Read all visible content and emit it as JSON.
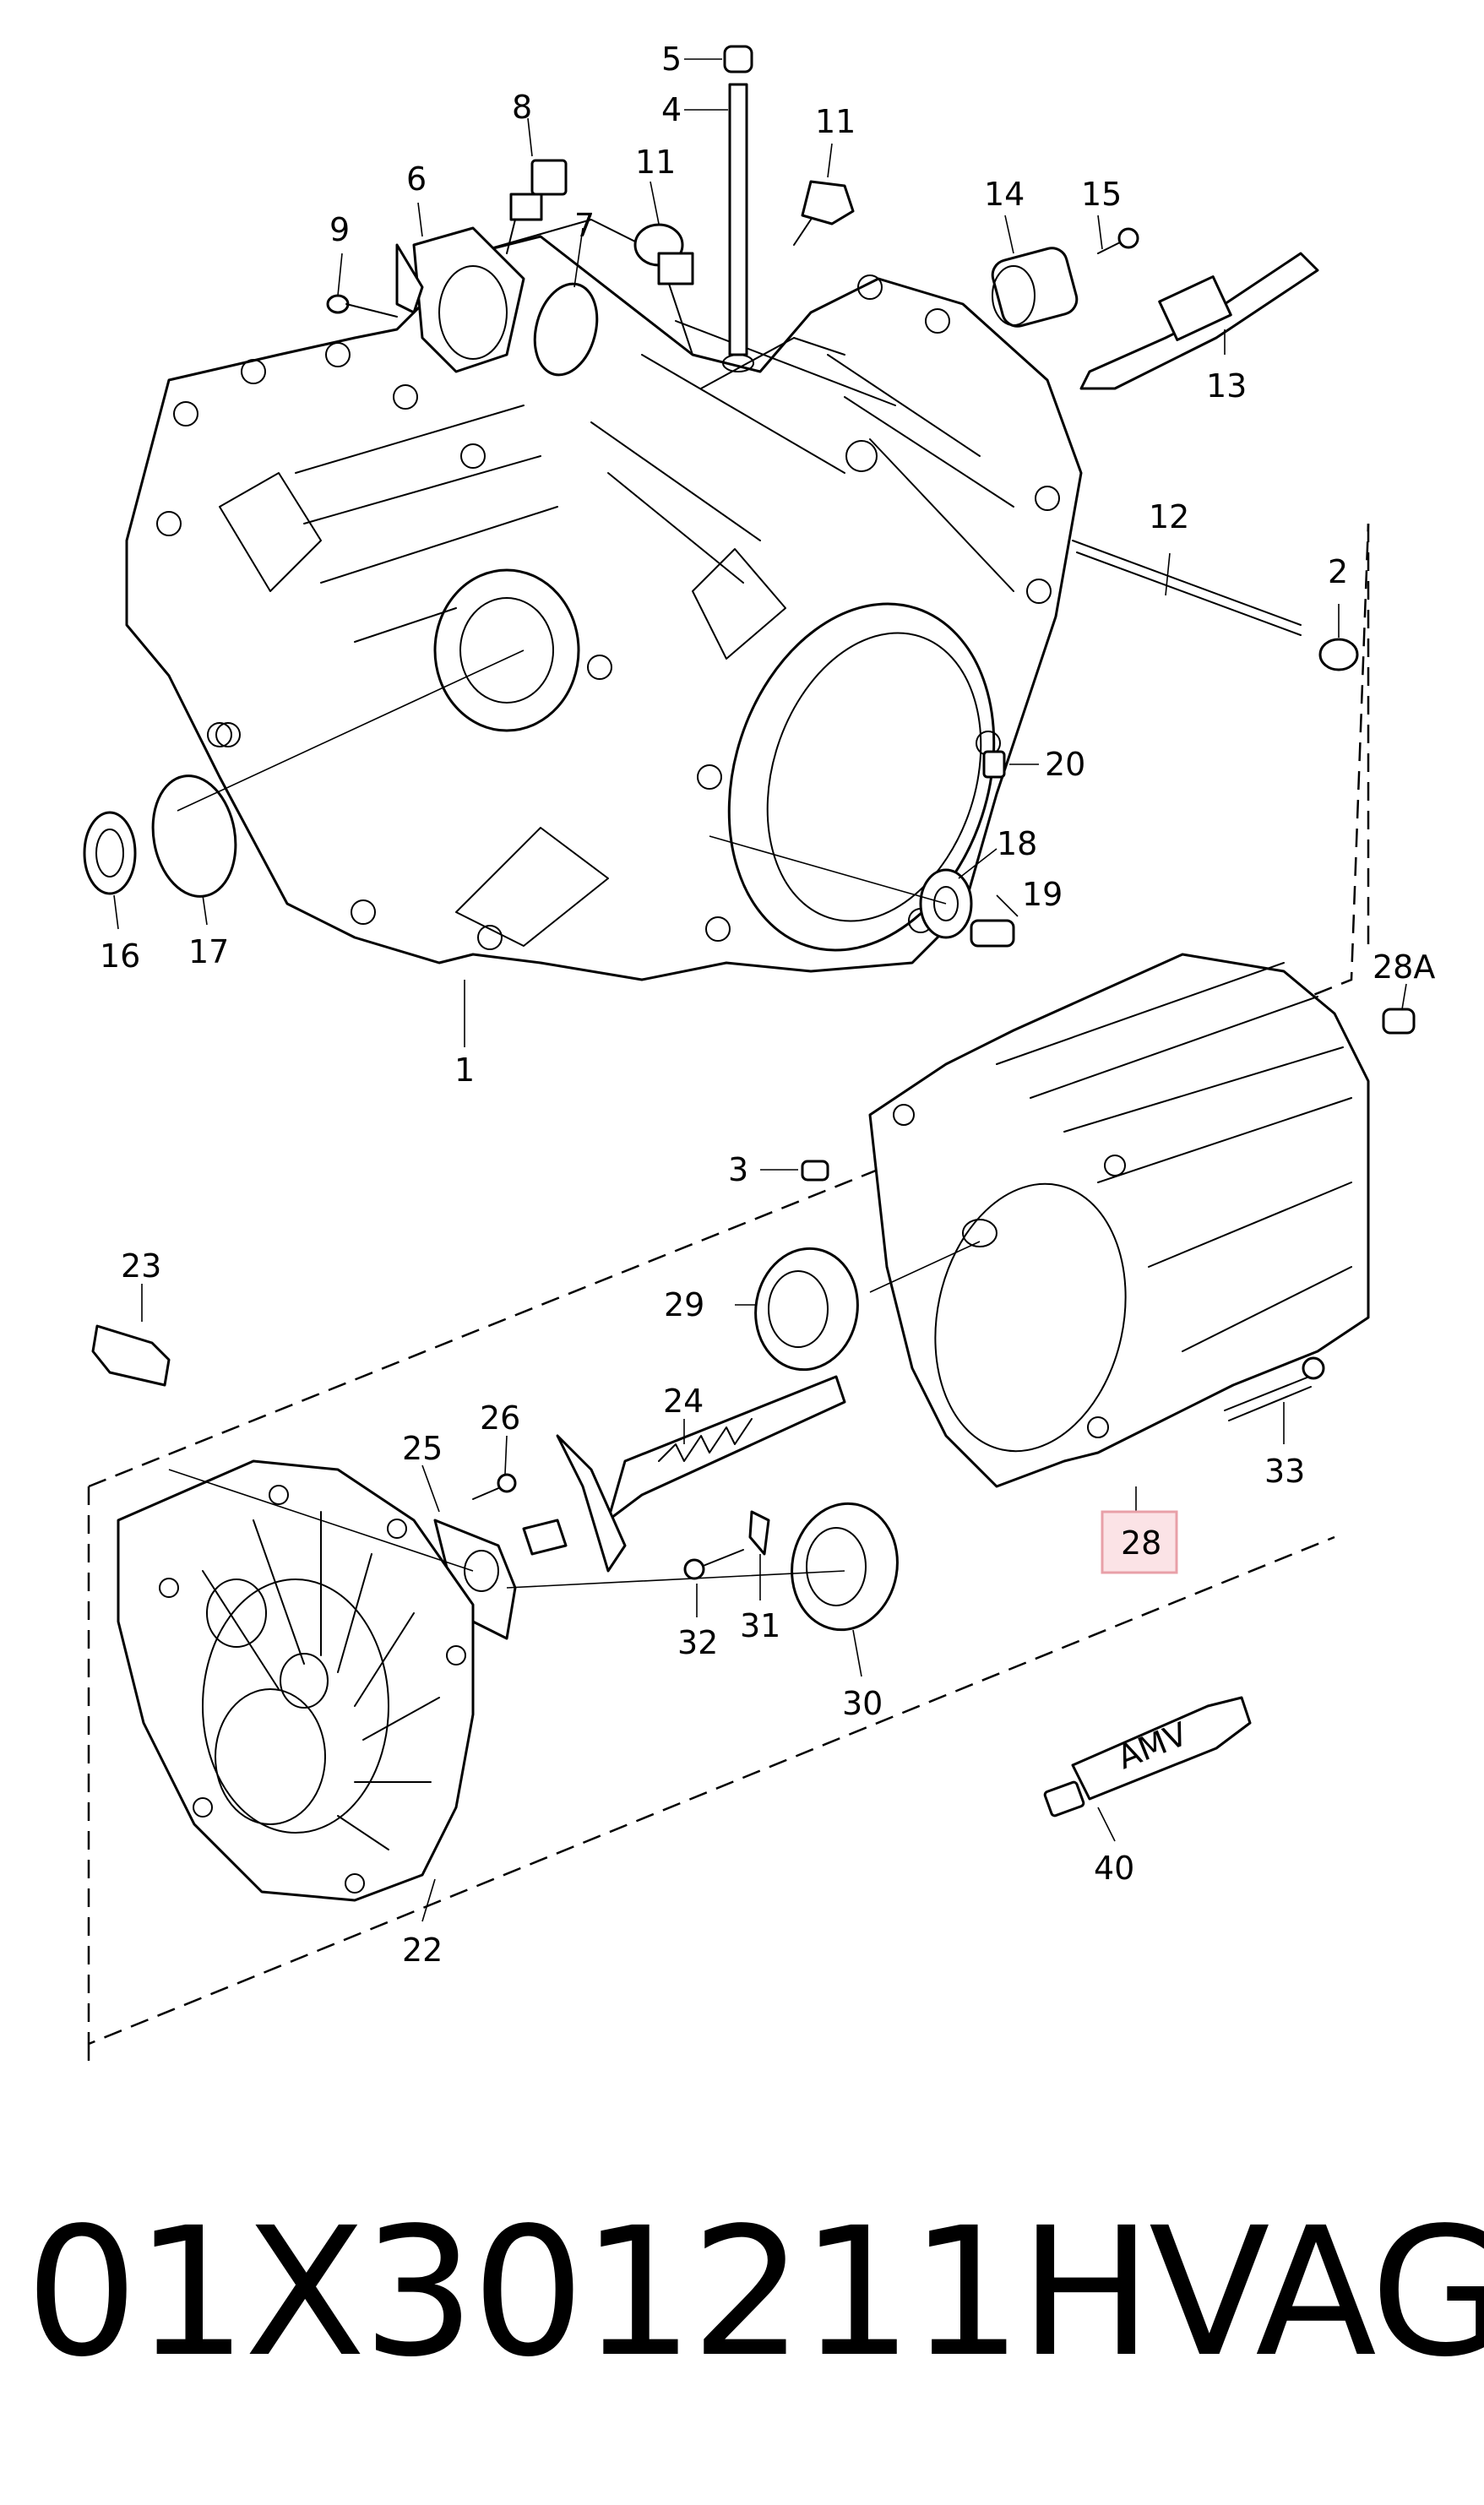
{
  "parts": {
    "p1": "1",
    "p2": "2",
    "p3": "3",
    "p4": "4",
    "p5": "5",
    "p6": "6",
    "p7": "7",
    "p8": "8",
    "p9": "9",
    "p11a": "11",
    "p11b": "11",
    "p12": "12",
    "p13": "13",
    "p14": "14",
    "p15": "15",
    "p16": "16",
    "p17": "17",
    "p18": "18",
    "p19": "19",
    "p20": "20",
    "p22": "22",
    "p23": "23",
    "p24": "24",
    "p25": "25",
    "p26": "26",
    "p28": "28",
    "p28a": "28A",
    "p29": "29",
    "p30": "30",
    "p31": "31",
    "p32": "32",
    "p33": "33",
    "p40": "40"
  },
  "tube_label": "AMV",
  "highlight_color": "#e8a0a8",
  "highlight_fill": "#fbe3e6",
  "footer": {
    "part_number": "01X301211H",
    "brand": "VAG"
  }
}
